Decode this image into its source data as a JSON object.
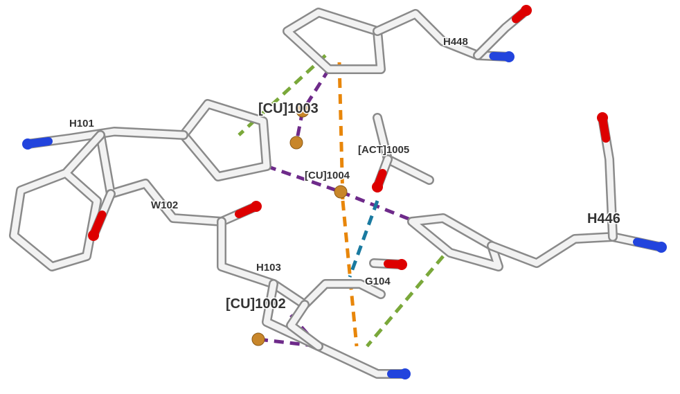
{
  "residues": {
    "h448": "H448",
    "cu1003": "[CU]1003",
    "h101": "H101",
    "act1005": "[ACT]1005",
    "cu1004": "[CU]1004",
    "w102": "W102",
    "h446": "H446",
    "h103": "H103",
    "g104": "G104",
    "cu1002": "[CU]1002"
  },
  "colors": {
    "carbon": "#f2f2f2",
    "nitrogen": "#2244dd",
    "oxygen": "#dd0000",
    "copper": "#c8862a",
    "hbond_green": "#7aa83a",
    "coord_purple": "#6e2a8a",
    "pi_orange": "#e8860a",
    "teal": "#1a7aa0"
  }
}
